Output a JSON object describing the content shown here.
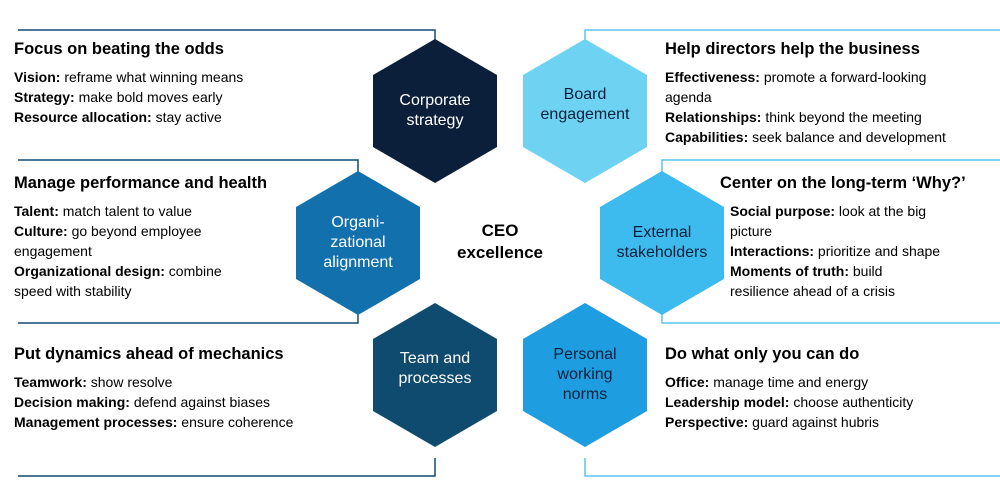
{
  "center": {
    "line1": "CEO",
    "line2": "excellence"
  },
  "colors": {
    "dark_navy": "#0b1f3a",
    "ocean_blue": "#0f5a8a",
    "teal_blue": "#1271ad",
    "light_cyan": "#6ed3f3",
    "sky_blue": "#3dbbee",
    "bright_blue": "#1e9ee0",
    "line_dark": "#0f4c73",
    "line_light": "#59c6ee"
  },
  "hexagons": [
    {
      "id": "corporate-strategy",
      "lines": [
        "Corporate",
        "strategy"
      ],
      "text_color": "#ffffff"
    },
    {
      "id": "board-engagement",
      "lines": [
        "Board",
        "engagement"
      ],
      "text_color": "#0b1f3a"
    },
    {
      "id": "organizational-alignment",
      "lines": [
        "Organi-",
        "zational",
        "alignment"
      ],
      "text_color": "#ffffff"
    },
    {
      "id": "external-stakeholders",
      "lines": [
        "External",
        "stakeholders"
      ],
      "text_color": "#0b1f3a"
    },
    {
      "id": "team-and-processes",
      "lines": [
        "Team and",
        "processes"
      ],
      "text_color": "#ffffff"
    },
    {
      "id": "personal-working-norms",
      "lines": [
        "Personal",
        "working",
        "norms"
      ],
      "text_color": "#0b1f3a"
    }
  ],
  "blocks": {
    "strategy": {
      "title": "Focus on beating the odds",
      "items": [
        {
          "label": "Vision:",
          "text": "reframe what winning means"
        },
        {
          "label": "Strategy:",
          "text": "make bold moves early"
        },
        {
          "label": "Resource allocation:",
          "text": "stay active"
        }
      ]
    },
    "board": {
      "title": "Help directors help the business",
      "items": [
        {
          "label": "Effectiveness:",
          "text": "promote a forward-looking",
          "cont": "agenda"
        },
        {
          "label": "Relationships:",
          "text": "think beyond the meeting"
        },
        {
          "label": "Capabilities:",
          "text": "seek balance and development"
        }
      ]
    },
    "alignment": {
      "title": "Manage performance and health",
      "items": [
        {
          "label": "Talent:",
          "text": "match talent to value"
        },
        {
          "label": "Culture:",
          "text": "go beyond employee",
          "cont": "engagement"
        },
        {
          "label": "Organizational design:",
          "text": "combine",
          "cont": "speed with stability"
        }
      ]
    },
    "stakeholders": {
      "title": "Center on the long-term ‘Why?’",
      "items": [
        {
          "label": "Social purpose:",
          "text": "look at the big",
          "cont": "picture"
        },
        {
          "label": "Interactions:",
          "text": "prioritize and shape"
        },
        {
          "label": "Moments of truth:",
          "text": "build",
          "cont": "resilience ahead of a crisis"
        }
      ]
    },
    "team": {
      "title": "Put dynamics ahead of mechanics",
      "items": [
        {
          "label": "Teamwork:",
          "text": "show resolve"
        },
        {
          "label": "Decision making:",
          "text": "defend against biases"
        },
        {
          "label": "Management processes:",
          "text": "ensure coherence"
        }
      ]
    },
    "norms": {
      "title": "Do what only you can do",
      "items": [
        {
          "label": "Office:",
          "text": "manage time and energy"
        },
        {
          "label": "Leadership model:",
          "text": "choose authenticity"
        },
        {
          "label": "Perspective:",
          "text": "guard against hubris"
        }
      ]
    }
  }
}
